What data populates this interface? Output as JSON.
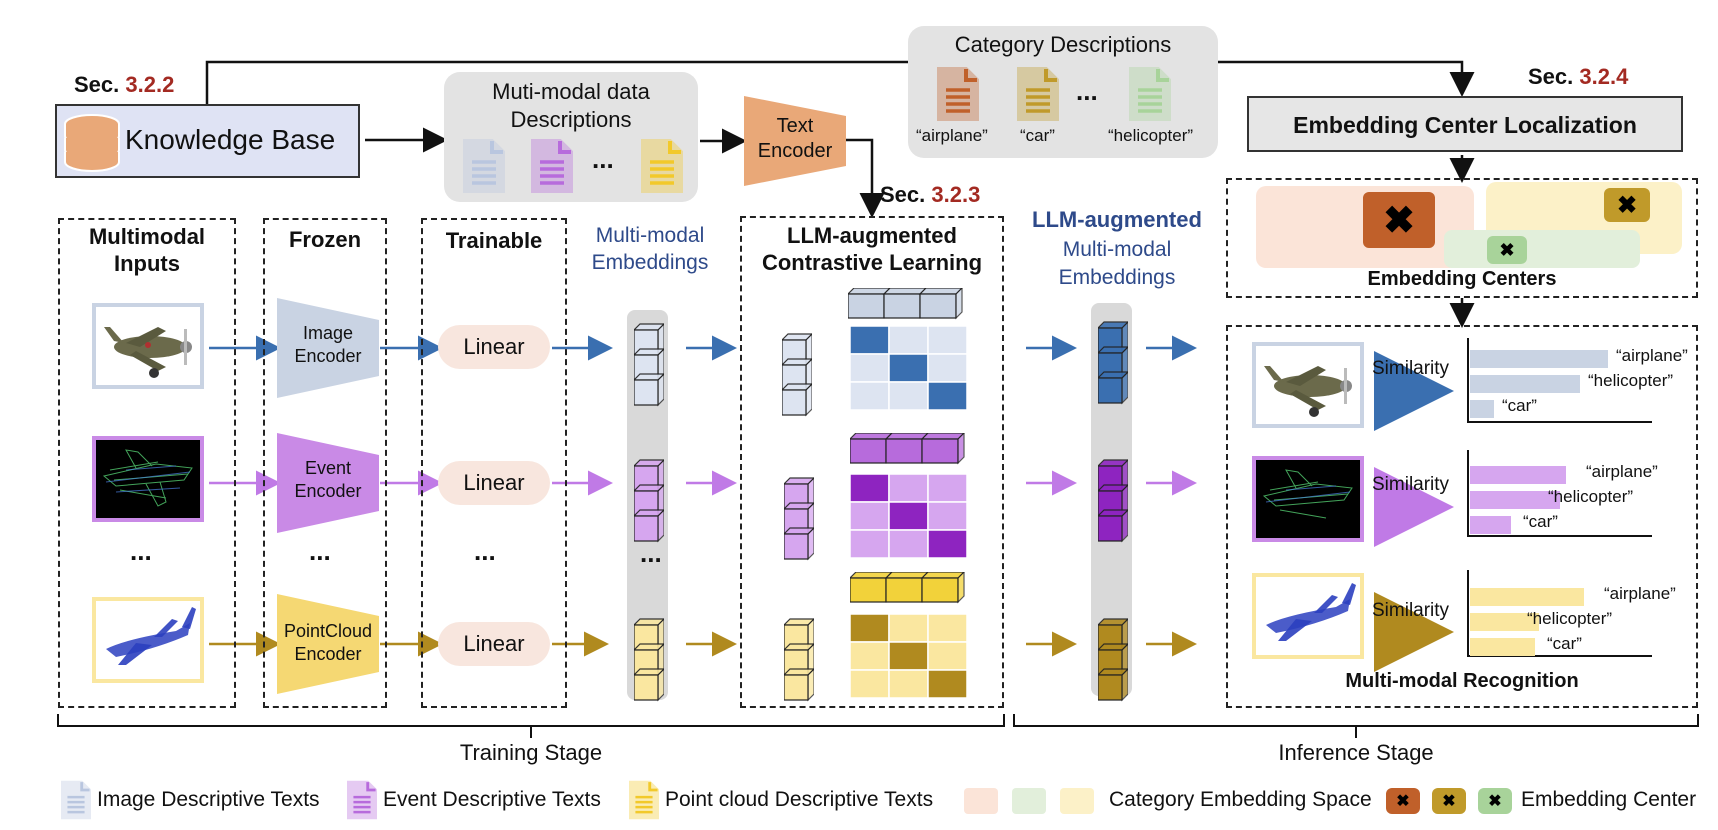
{
  "knowledge_base": {
    "sec_prefix": "Sec.",
    "sec_num": "3.2.2",
    "label": "Knowledge Base"
  },
  "descriptions": {
    "title": "Muti-modal data\nDescriptions",
    "ellipsis": "..."
  },
  "text_encoder": {
    "label": "Text\nEncoder"
  },
  "category_descriptions": {
    "title": "Category Descriptions",
    "ellipsis": "...",
    "items": [
      "“airplane”",
      "“car”",
      "“helicopter”"
    ]
  },
  "contrastive_section": {
    "sec_prefix": "Sec.",
    "sec_num": "3.2.3",
    "title": "LLM-augmented\nContrastive Learning"
  },
  "localization": {
    "sec_prefix": "Sec.",
    "sec_num": "3.2.4",
    "title": "Embedding Center Localization"
  },
  "columns": {
    "inputs": "Multimodal\nInputs",
    "frozen": "Frozen",
    "trainable": "Trainable",
    "embeddings": "Multi-modal\nEmbeddings",
    "llm_embeddings_bold": "LLM-augmented",
    "llm_embeddings_rest": "Multi-modal\nEmbeddings"
  },
  "encoders": [
    "Image\nEncoder",
    "Event\nEncoder",
    "PointCloud\nEncoder"
  ],
  "linear_label": "Linear",
  "ellipsis": "...",
  "embedding_centers_label": "Embedding Centers",
  "recognition": {
    "title": "Multi-modal Recognition",
    "similarity_label": "Similarity",
    "rows": [
      {
        "labels": [
          "“airplane”",
          "“helicopter”",
          "“car”"
        ],
        "values": [
          0.92,
          0.73,
          0.16
        ]
      },
      {
        "labels": [
          "“airplane”",
          "“helicopter”",
          "“car”"
        ],
        "values": [
          0.64,
          0.6,
          0.27
        ]
      },
      {
        "labels": [
          "“airplane”",
          "“helicopter”",
          "“car”"
        ],
        "values": [
          0.76,
          0.46,
          0.43
        ]
      }
    ]
  },
  "stages": {
    "training": "Training Stage",
    "inference": "Inference Stage"
  },
  "legend": {
    "image_texts": "Image Descriptive Texts",
    "event_texts": "Event Descriptive Texts",
    "point_texts": "Point cloud Descriptive Texts",
    "category_space": "Category Embedding Space",
    "embedding_center": "Embedding Center"
  },
  "colors": {
    "image": "#3a6fb0",
    "image_light": "#dde4f1",
    "image_doc": "#b9c6df",
    "event": "#8e24c0",
    "event_light": "#d6a6ef",
    "event_doc": "#b76bdc",
    "point": "#b08a1f",
    "point_light": "#fae7a0",
    "point_doc": "#f2c92a",
    "accent_red": "#a32a22",
    "kb_fill": "#dfe3f4",
    "center1": "#c0602a",
    "center2": "#c09a2a",
    "center3": "#a8d39a"
  }
}
